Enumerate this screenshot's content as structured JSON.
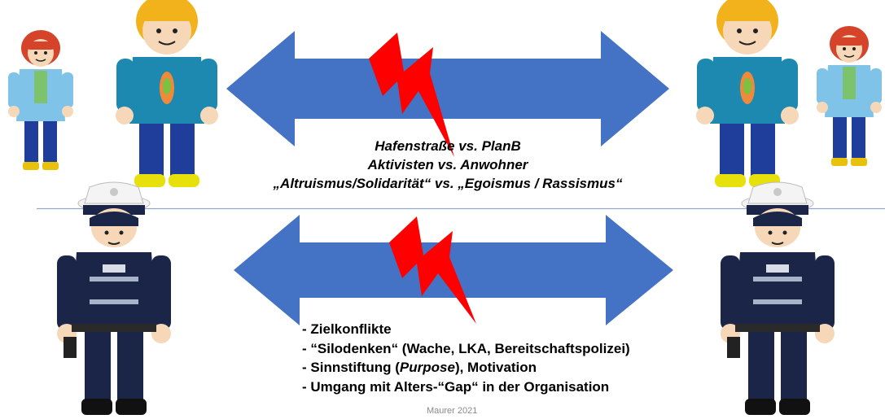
{
  "top_panel": {
    "lines": [
      "Hafenstraße vs. PlanB",
      "Aktivisten vs. Anwohner",
      "„Altruismus/Solidarität“ vs. „Egoismus / Rassismus“"
    ]
  },
  "bottom_panel": {
    "bullets": [
      {
        "text": "- Zielkonflikte"
      },
      {
        "text": "- “Silodenken“ (Wache, LKA, Bereitschaftspolizei)"
      },
      {
        "prefix": "- Sinnstiftung (",
        "em": "Purpose",
        "suffix": "), Motivation"
      },
      {
        "text": "- Umgang mit Alters-“Gap“ in der Organisation"
      }
    ]
  },
  "footer": {
    "credit": "Maurer 2021"
  },
  "colors": {
    "arrow": "#4472c4",
    "lightning": "#ff0000",
    "divider": "#8fa7c8",
    "girl_hair": "#d4432a",
    "girl_jacket": "#7fc4e8",
    "boy_hair": "#f2b21b",
    "boy_shirt": "#1d88b0",
    "boy_pants": "#1f3d9a",
    "boy_shoes": "#e8e00a",
    "police_uniform": "#1a2547"
  },
  "icons": [
    "girl-figure-icon",
    "boy-figure-icon",
    "police-figure-icon",
    "double-arrow-icon",
    "lightning-icon"
  ]
}
